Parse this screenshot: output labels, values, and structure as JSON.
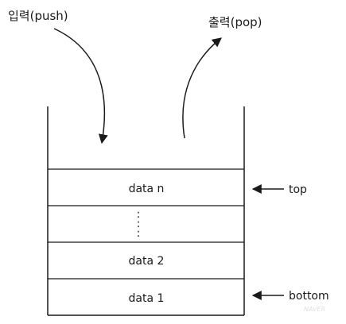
{
  "push_label": "입력(push)",
  "pop_label": "출력(pop)",
  "cells": [
    {
      "text": "data n"
    },
    {
      "text": ":"
    },
    {
      "text": "data 2"
    },
    {
      "text": "data 1"
    }
  ],
  "pointers": {
    "top": "top",
    "bottom": "bottom"
  },
  "watermark": "NAVER",
  "colors": {
    "ink": "#1a1a1a",
    "background": "#ffffff"
  }
}
